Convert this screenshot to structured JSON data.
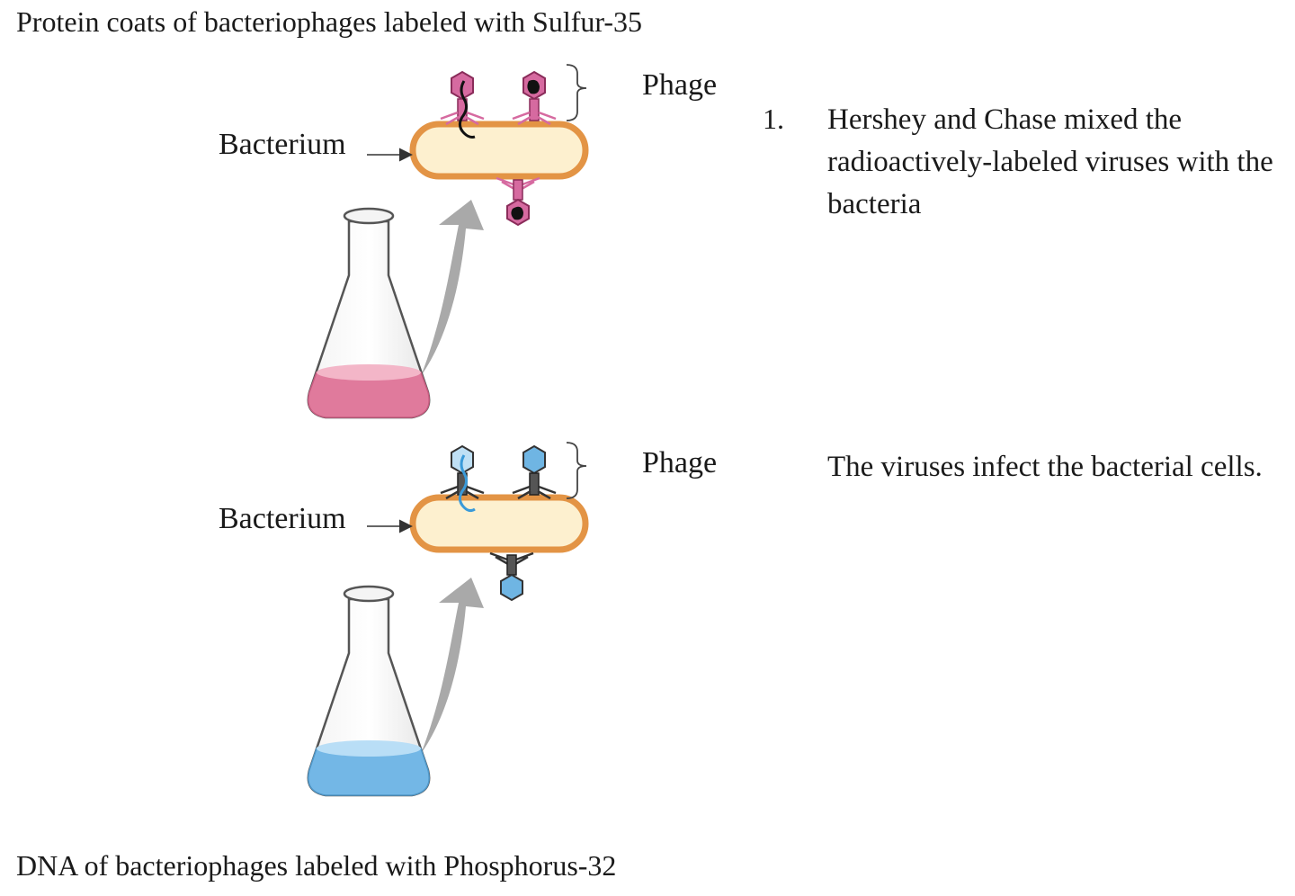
{
  "title_top": "Protein coats of bacteriophages labeled with Sulfur-35",
  "title_bottom": "DNA of bacteriophages labeled with Phosphorus-32",
  "panels": [
    {
      "phage_label": "Phage",
      "bacterium_label": "Bacterium",
      "liquid_color": "#e07a9c",
      "phage_color": "#d66aa0"
    },
    {
      "phage_label": "Phage",
      "bacterium_label": "Bacterium",
      "liquid_color": "#73b7e6",
      "phage_color": "#6fb5e3"
    }
  ],
  "steps": [
    {
      "number": "1.",
      "text": "Hershey and Chase mixed the radioactively-labeled viruses with the bacteria"
    },
    {
      "number": "",
      "text": "The viruses infect the bacterial cells."
    }
  ],
  "colors": {
    "bacterium_fill": "#fdf0cf",
    "bacterium_stroke": "#e39445",
    "arrow": "#a9a9a9",
    "flask_stroke": "#555555"
  }
}
